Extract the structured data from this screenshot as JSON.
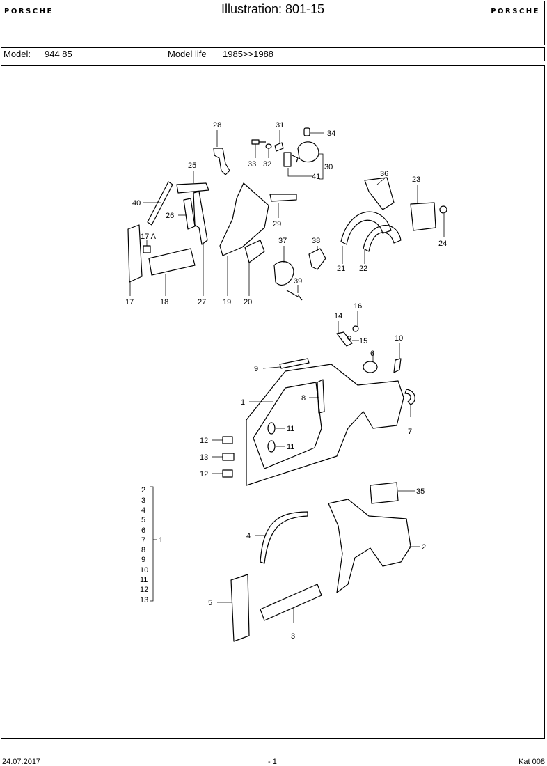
{
  "header": {
    "brand_left": "PORSCHE",
    "brand_right": "PORSCHE",
    "title": "Illustration: 801-15"
  },
  "info": {
    "model_label": "Model:",
    "model_value": "944 85",
    "life_label": "Model life",
    "life_value": "1985>>1988"
  },
  "callouts": [
    "28",
    "31",
    "34",
    "33",
    "32",
    "30",
    "41",
    "25",
    "40",
    "26",
    "17 A",
    "36",
    "23",
    "24",
    "29",
    "37",
    "38",
    "21",
    "22",
    "39",
    "17",
    "18",
    "27",
    "19",
    "20",
    "16",
    "14",
    "15",
    "10",
    "6",
    "9",
    "1",
    "8",
    "7",
    "11",
    "11",
    "12",
    "13",
    "12",
    "35",
    "4",
    "2",
    "5",
    "3"
  ],
  "bracket_list": [
    "2",
    "3",
    "4",
    "5",
    "6",
    "7",
    "8",
    "9",
    "10",
    "11",
    "12",
    "13"
  ],
  "bracket_target": "1",
  "footer": {
    "date": "24.07.2017",
    "page": "- 1",
    "catalog": "Kat 008"
  }
}
